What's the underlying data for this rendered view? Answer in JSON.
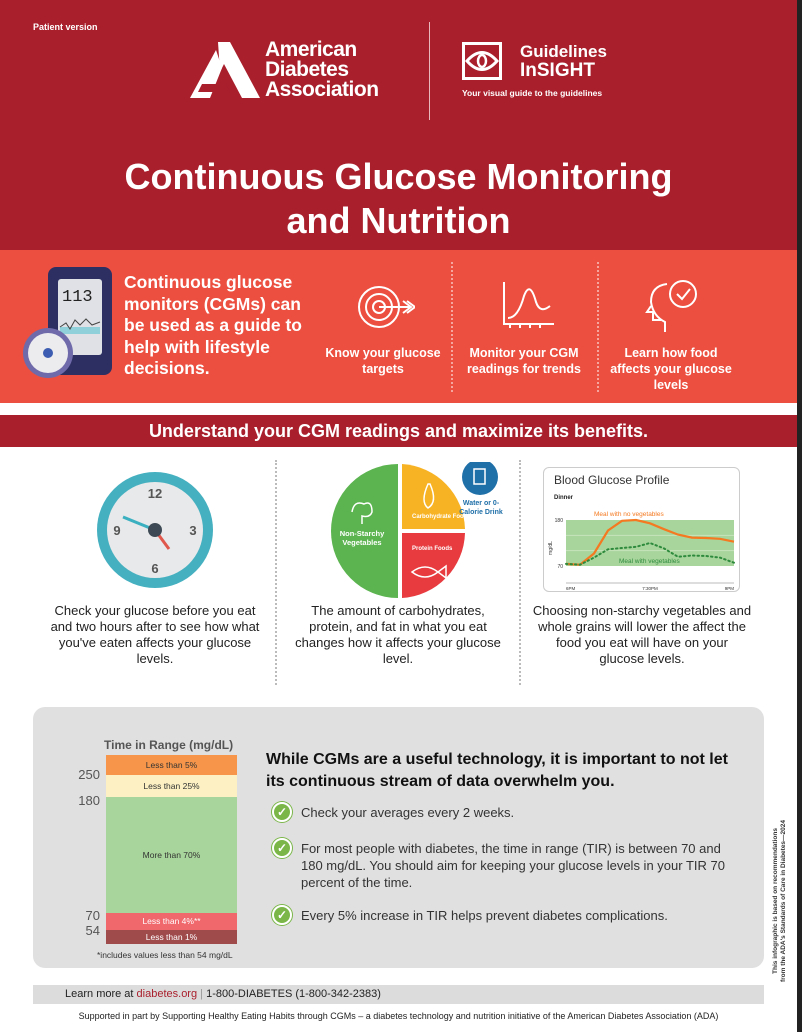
{
  "header": {
    "version": "Patient version",
    "ada_lines": [
      "American",
      "Diabetes",
      "Association"
    ],
    "guidelines_lines": [
      "Guidelines",
      "InSIGHT"
    ],
    "guidelines_tagline": "Your visual guide to the guidelines",
    "title_lines": [
      "Continuous Glucose Monitoring",
      "and Nutrition"
    ],
    "brand_color": "#a91f2c"
  },
  "intro": {
    "device_reading": "113",
    "text": "Continuous glucose monitors (CGMs) can be used as a guide to help with lifestyle decisions.",
    "features": [
      {
        "icon": "target-icon",
        "label": "Know your glucose targets"
      },
      {
        "icon": "trend-chart-icon",
        "label": "Monitor your CGM readings for trends"
      },
      {
        "icon": "head-check-icon",
        "label": "Learn how food affects your glucose levels"
      }
    ],
    "color": "#ec4f3f"
  },
  "section_heading": "Understand your CGM readings and maximize its benefits.",
  "columns": [
    {
      "icon": "clock-icon",
      "clock_numbers": [
        "12",
        "3",
        "6",
        "9"
      ],
      "text": "Check your glucose before you eat and two hours after to see how what you've eaten affects your glucose levels."
    },
    {
      "icon": "plate-icon",
      "plate": {
        "vegetables": "Non-Starchy Vegetables",
        "carbs": "Carbohydrate Foods",
        "protein": "Protein Foods",
        "drink": "Water or 0-Calorie Drink"
      },
      "text": "The amount of carbohydrates, protein, and fat in what you eat changes how it affects your glucose level."
    },
    {
      "icon": "glucose-chart",
      "text": "Choosing non-starchy vegetables and whole grains will lower the affect the food you eat will have on your glucose levels."
    }
  ],
  "chart_data": [
    {
      "type": "line",
      "title": "Blood Glucose Profile",
      "subtitle": "Dinner",
      "ylabel": "mg/dL",
      "yticks": [
        "180",
        "70"
      ],
      "xticks": [
        "6PM",
        "7:30PM",
        "9PM"
      ],
      "target_range": [
        70,
        180
      ],
      "series": [
        {
          "name": "Meal with no vegetables",
          "color": "#f47920",
          "style": "solid",
          "x": [
            "6:00PM",
            "6:15PM",
            "6:30PM",
            "6:45PM",
            "7:00PM",
            "7:15PM",
            "7:30PM",
            "7:45PM",
            "8:00PM",
            "8:15PM",
            "8:30PM",
            "8:45PM",
            "9:00PM"
          ],
          "y": [
            75,
            73,
            100,
            155,
            178,
            180,
            172,
            158,
            145,
            138,
            137,
            135,
            128
          ]
        },
        {
          "name": "Meal with vegetables",
          "color": "#2e8b3e",
          "style": "dotted",
          "x": [
            "6:00PM",
            "6:15PM",
            "6:30PM",
            "6:45PM",
            "7:00PM",
            "7:15PM",
            "7:30PM",
            "7:45PM",
            "8:00PM",
            "8:15PM",
            "8:30PM",
            "8:45PM",
            "9:00PM"
          ],
          "y": [
            75,
            73,
            90,
            110,
            113,
            116,
            125,
            112,
            92,
            95,
            94,
            90,
            78
          ]
        }
      ]
    },
    {
      "type": "bar",
      "title": "Time in Range (mg/dL)",
      "stacked": true,
      "yticks": [
        "250",
        "180",
        "70",
        "54"
      ],
      "segments": [
        {
          "label": "Less than 5%",
          "color": "#f7964a",
          "text_color": "#333"
        },
        {
          "label": "Less than 25%",
          "color": "#fdf1c4",
          "text_color": "#333"
        },
        {
          "label": "More than 70%",
          "color": "#a8d59b",
          "text_color": "#333"
        },
        {
          "label": "Less than 4%**",
          "color": "#f0676c",
          "text_color": "#fff"
        },
        {
          "label": "Less than 1%",
          "color": "#9f4a4b",
          "text_color": "#fff"
        }
      ],
      "note": "*includes values less than 54 mg/dL"
    }
  ],
  "panel": {
    "heading": "While CGMs are a useful technology, it is important to not let its continuous stream of data overwhelm you.",
    "items": [
      "Check your averages every 2 weeks.",
      "For most people with diabetes, the time in range (TIR) is between 70 and 180 mg/dL. You should aim for keeping your glucose levels in your TIR 70 percent of the time.",
      "Every 5% increase in TIR helps prevent diabetes complications."
    ]
  },
  "footer": {
    "learn_prefix": "Learn more at ",
    "link": "diabetes.org",
    "phone": "1-800-DIABETES (1-800-342-2383)",
    "support": "Supported in part by Supporting Healthy Eating Habits through CGMs – a diabetes technology and nutrition initiative of the American Diabetes Association (ADA)",
    "side_note_1": "This infographic is based on recommendations",
    "side_note_2": "from the ADA's Standards of Care in Diabetes—2024"
  }
}
